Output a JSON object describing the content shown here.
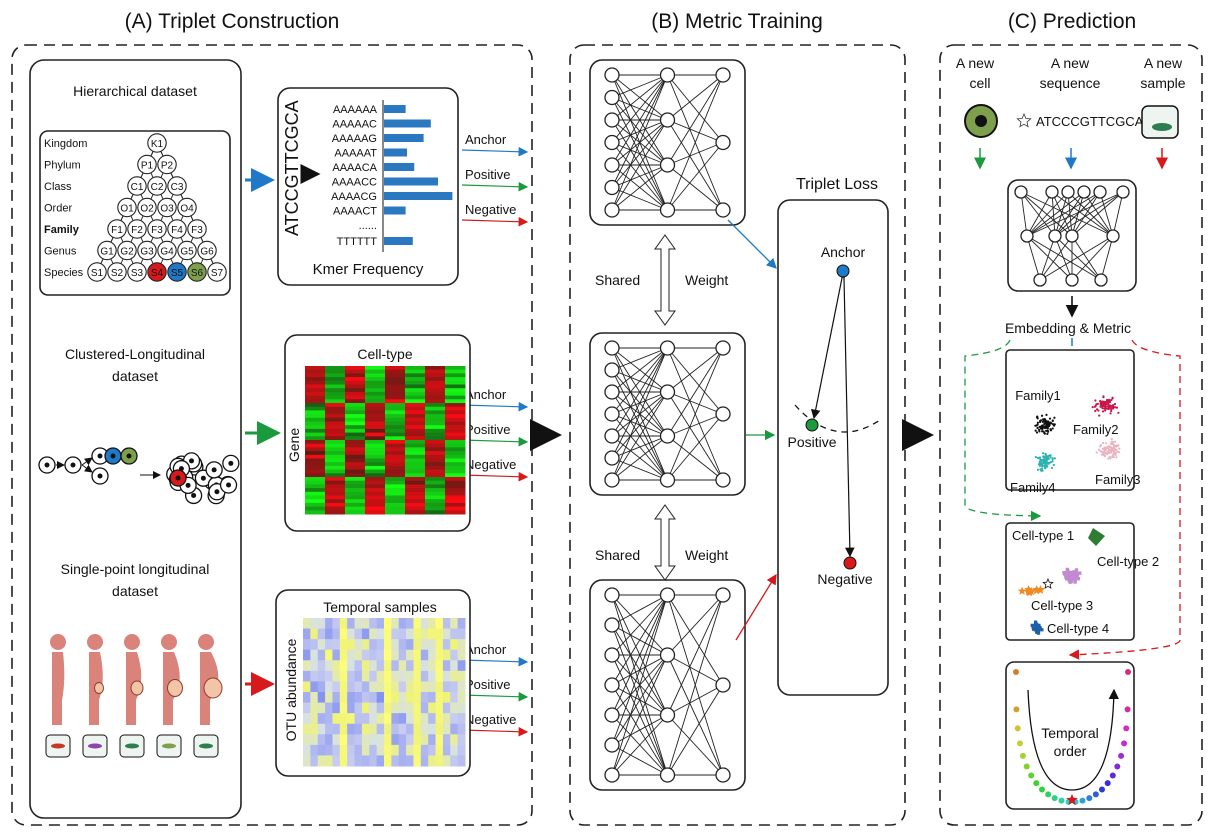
{
  "panels": {
    "a_title": "(A) Triplet Construction",
    "b_title": "(B) Metric Training",
    "c_title": "(C) Prediction"
  },
  "hierarchical": {
    "title": "Hierarchical dataset",
    "ranks": [
      "Kingdom",
      "Phylum",
      "Class",
      "Order",
      "Family",
      "Genus",
      "Species"
    ],
    "nodes": [
      [
        "K1"
      ],
      [
        "P1",
        "P2"
      ],
      [
        "C1",
        "C2",
        "C3"
      ],
      [
        "O1",
        "O2",
        "O3",
        "O4"
      ],
      [
        "F1",
        "F2",
        "F3",
        "F4",
        "F3"
      ],
      [
        "G1",
        "G2",
        "G3",
        "G4",
        "G5",
        "G6"
      ],
      [
        "S1",
        "S2",
        "S3",
        "S4",
        "S5",
        "S6",
        "S7"
      ]
    ],
    "highlight": {
      "S4": "#d7191c",
      "S5": "#1f78c8",
      "S6": "#7ea04d"
    }
  },
  "kmer": {
    "sequence": "ATCCGTTCGCA",
    "kmers": [
      "AAAAAA",
      "AAAAAC",
      "AAAAAG",
      "AAAAAT",
      "AAAACA",
      "AAAACC",
      "AAAACG",
      "AAAACT",
      "......",
      "TTTTTT"
    ],
    "frequencies": [
      0.3,
      0.65,
      0.55,
      0.32,
      0.42,
      0.75,
      0.95,
      0.3,
      null,
      0.4
    ],
    "label": "Kmer Frequency",
    "bar_color": "#2a78c0"
  },
  "clustered": {
    "title_line1": "Clustered-Longitudinal",
    "title_line2": "dataset",
    "heatmap_title": "Cell-type",
    "heatmap_ylabel": "Gene"
  },
  "single_point": {
    "title_line1": "Single-point longitudinal",
    "title_line2": "dataset",
    "heatmap_title": "Temporal samples",
    "heatmap_ylabel": "OTU abundance"
  },
  "triplet_labels": {
    "anchor": "Anchor",
    "positive": "Positive",
    "negative": "Negative"
  },
  "colors": {
    "anchor": "#1f78c8",
    "positive": "#1a9a3c",
    "negative": "#d7191c",
    "accent_green": "#7ea04d"
  },
  "metric_training": {
    "shared": "Shared",
    "weight": "Weight",
    "loss_title": "Triplet Loss",
    "anchor": "Anchor",
    "positive": "Positive",
    "negative": "Negative"
  },
  "prediction": {
    "new_cell": [
      "A new",
      "cell"
    ],
    "new_sequence": [
      "A new",
      "sequence"
    ],
    "new_sample": [
      "A new",
      "sample"
    ],
    "sequence": "ATCCCGTTCGCA",
    "embedding": "Embedding & Metric",
    "families": [
      "Family1",
      "Family2",
      "Family3",
      "Family4"
    ],
    "family_colors": [
      "#111111",
      "#c8174a",
      "#e8b4bf",
      "#2bb3b0"
    ],
    "cell_types": [
      "Cell-type 1",
      "Cell-type 2",
      "Cell-type 3",
      "Cell-type 4"
    ],
    "cell_type_colors": [
      "#2e7d32",
      "#c28ad0",
      "#f08a24",
      "#1f5fa8"
    ],
    "temporal": [
      "Temporal",
      "order"
    ]
  }
}
